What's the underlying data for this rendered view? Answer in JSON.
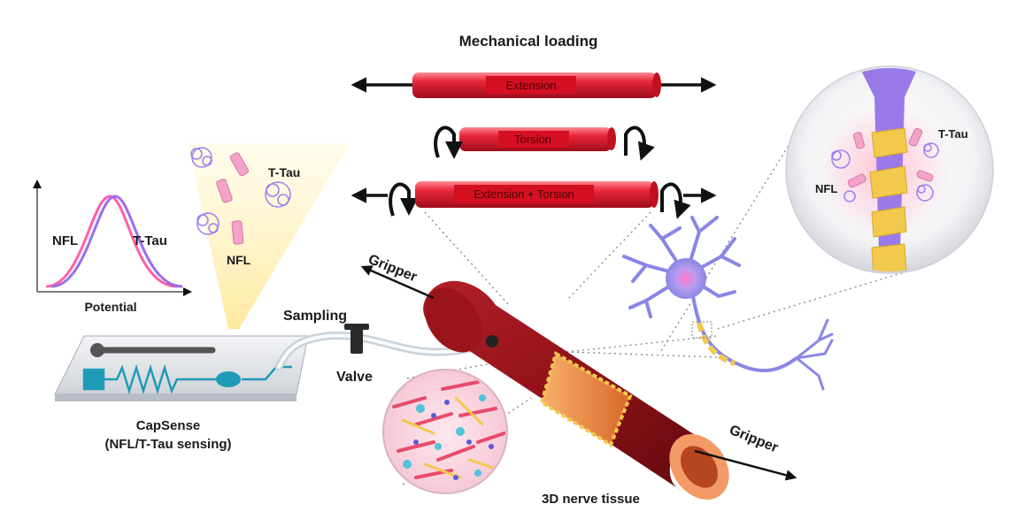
{
  "title": "Mechanical loading",
  "loading_modes": {
    "extension": "Extension",
    "torsion": "Torsion",
    "extension_torsion": "Extension + Torsion"
  },
  "graph": {
    "xlabel": "Potential",
    "series": [
      "NFL",
      "T-Tau"
    ]
  },
  "sensor": {
    "molecules": [
      "T-Tau",
      "NFL"
    ],
    "name_line1": "CapSense",
    "name_line2": "(NFL/T-Tau sensing)"
  },
  "sampling": "Sampling",
  "valve": "Valve",
  "gripper_left": "Gripper",
  "gripper_right": "Gripper",
  "tissue_label": "3D nerve tissue",
  "zoom_labels": {
    "nfl": "NFL",
    "ttau": "T-Tau"
  },
  "colors": {
    "rod": "#e8263a",
    "tube_outer": "#8f1117",
    "tube_inner": "#e9793a",
    "nfl_curve": "#ff5fa8",
    "ttau_curve": "#9b6cf0",
    "neuron": "#8a86e6",
    "myelin": "#f2c94c",
    "sensor_trace": "#1f9bb8"
  }
}
